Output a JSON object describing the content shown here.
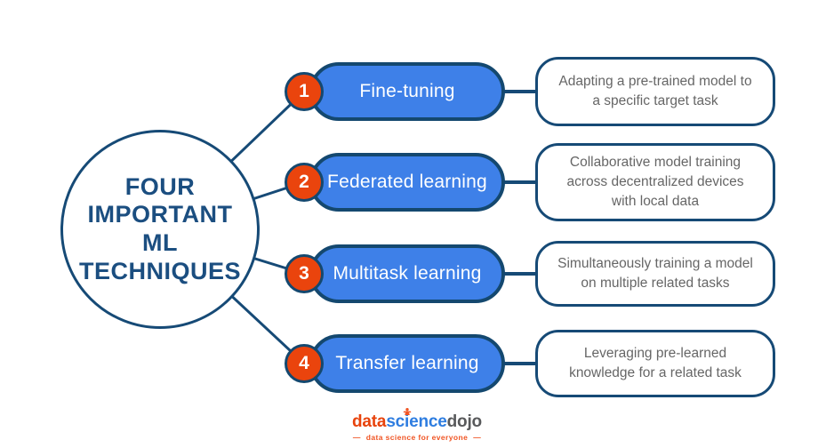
{
  "center": {
    "lines": [
      "FOUR",
      "IMPORTANT",
      "ML",
      "TECHNIQUES"
    ]
  },
  "items": [
    {
      "number": "1",
      "label": "Fine-tuning",
      "description": "Adapting a pre-trained model to a specific target task"
    },
    {
      "number": "2",
      "label": "Federated learning",
      "description": "Collaborative model training across decentralized devices with local data"
    },
    {
      "number": "3",
      "label": "Multitask learning",
      "description": "Simultaneously training a model on multiple related tasks"
    },
    {
      "number": "4",
      "label": "Transfer learning",
      "description": "Leveraging  pre-learned knowledge for a related task"
    }
  ],
  "logo": {
    "part_data": "data",
    "science_pre": "sc",
    "science_i": "i",
    "science_post": "ence",
    "part_dojo": "dojo",
    "dash": "—",
    "tagline": "data science for everyone"
  },
  "colors": {
    "navy_border": "#164a76",
    "navy_text": "#1b4e80",
    "pill_blue": "#3e80e8",
    "badge_orange": "#ea440d",
    "description_gray": "#666666",
    "logo_orange": "#e8430c",
    "logo_blue": "#2e7de0",
    "logo_gray": "#58595b",
    "tagline_orange": "#f05423"
  }
}
